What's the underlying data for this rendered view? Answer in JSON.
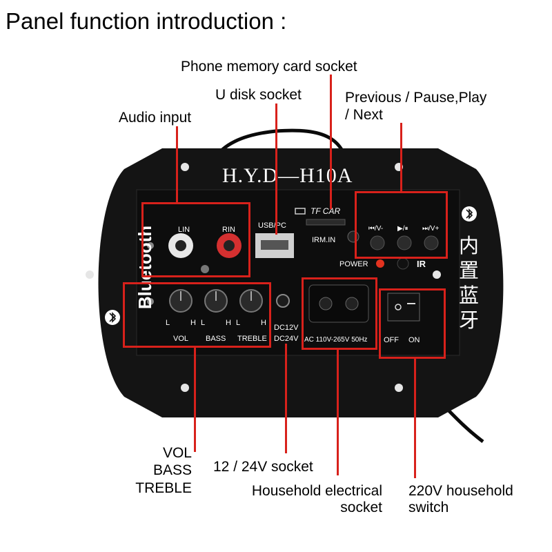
{
  "title": "Panel function introduction :",
  "callouts": {
    "phone_card": "Phone memory card socket",
    "u_disk": "U disk socket",
    "prev_pause": [
      "Previous / Pause,Play",
      "/ Next"
    ],
    "audio_input": "Audio input",
    "vol_bass_treble": [
      "VOL",
      "BASS",
      "TREBLE"
    ],
    "dc_socket": "12 / 24V socket",
    "household_socket": [
      "Household electrical",
      "socket"
    ],
    "switch": [
      "220V household",
      "switch"
    ]
  },
  "panel": {
    "model": "H.Y.D—H10A",
    "bluetooth_side": "Bluetooth",
    "cn_chars": [
      "内",
      "置",
      "蓝",
      "牙"
    ],
    "lin": "LIN",
    "rin": "RIN",
    "usb_pc": "USB/PC",
    "tf_car": "TF CAR",
    "irm_in": "IRM.IN",
    "prev": "⏮/V-",
    "play": "▶/⏸",
    "next": "⏭/V+",
    "power": "POWER",
    "ir": "IR",
    "knob_l": "L",
    "knob_h": "H",
    "vol": "VOL",
    "bass": "BASS",
    "treble": "TREBLE",
    "dc12": "DC12V",
    "dc24": "DC24V",
    "ac": "AC 110V-265V  50Hz",
    "off": "OFF",
    "on": "ON"
  },
  "colors": {
    "highlight": "#d8211b",
    "panel": "#141414",
    "background": "#ffffff"
  }
}
